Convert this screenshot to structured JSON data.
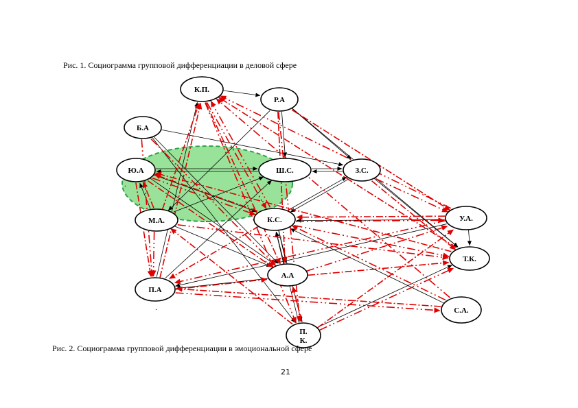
{
  "captions": {
    "fig1": "Рис. 1. Социограмма групповой дифференциации в деловой сфере",
    "fig2": "Рис. 2. Социограмма групповой дифференциации в эмоциональной сфере"
  },
  "page_number": "21",
  "colors": {
    "group_fill": "#99e299",
    "group_stroke": "#2fa04a",
    "black_arrow": "#000000",
    "red_arrow": "#e00000"
  },
  "nodes": [
    {
      "id": "kp",
      "label": "К.П."
    },
    {
      "id": "ra",
      "label": "Р.А"
    },
    {
      "id": "ba",
      "label": "Б.А"
    },
    {
      "id": "yua",
      "label": "Ю.А"
    },
    {
      "id": "shs",
      "label": "Ш.С."
    },
    {
      "id": "zs",
      "label": "З.С."
    },
    {
      "id": "ma",
      "label": "М.А."
    },
    {
      "id": "ks",
      "label": "К.С."
    },
    {
      "id": "ua",
      "label": "У.А."
    },
    {
      "id": "tk",
      "label": "Т.К."
    },
    {
      "id": "aa",
      "label": "А.А"
    },
    {
      "id": "pa",
      "label": "П.А"
    },
    {
      "id": "sa",
      "label": "С.А."
    },
    {
      "id": "pk",
      "label": "П.\nК."
    }
  ],
  "edges": {
    "black": [
      [
        "kp",
        "ra"
      ],
      [
        "ra",
        "shs"
      ],
      [
        "ra",
        "ma"
      ],
      [
        "ra",
        "zs"
      ],
      [
        "ba",
        "zs"
      ],
      [
        "ba",
        "aa"
      ],
      [
        "ba",
        "pk"
      ],
      [
        "yua",
        "shs"
      ],
      [
        "shs",
        "yua"
      ],
      [
        "yua",
        "ks"
      ],
      [
        "yua",
        "aa"
      ],
      [
        "ma",
        "shs"
      ],
      [
        "ma",
        "yua"
      ],
      [
        "ma",
        "aa"
      ],
      [
        "shs",
        "zs"
      ],
      [
        "zs",
        "shs"
      ],
      [
        "zs",
        "ks"
      ],
      [
        "ks",
        "zs"
      ],
      [
        "zs",
        "tk"
      ],
      [
        "pa",
        "kp"
      ],
      [
        "pa",
        "shs"
      ],
      [
        "ua",
        "ks"
      ],
      [
        "ua",
        "pa"
      ],
      [
        "sa",
        "ks"
      ],
      [
        "ks",
        "aa"
      ],
      [
        "aa",
        "ks"
      ],
      [
        "pk",
        "ks"
      ],
      [
        "ks",
        "pk"
      ],
      [
        "pk",
        "tk"
      ],
      [
        "ua",
        "tk"
      ],
      [
        "ra",
        "tk"
      ],
      [
        "aa",
        "pa"
      ]
    ],
    "red": [
      [
        "ba",
        "pa"
      ],
      [
        "yua",
        "pa"
      ],
      [
        "yua",
        "ks"
      ],
      [
        "ma",
        "kp"
      ],
      [
        "ma",
        "pa"
      ],
      [
        "pa",
        "kp"
      ],
      [
        "kp",
        "ks"
      ],
      [
        "kp",
        "aa"
      ],
      [
        "kp",
        "pk"
      ],
      [
        "ra",
        "aa"
      ],
      [
        "ra",
        "pk"
      ],
      [
        "ra",
        "ua"
      ],
      [
        "zs",
        "ua"
      ],
      [
        "zs",
        "tk"
      ],
      [
        "ks",
        "ua"
      ],
      [
        "ua",
        "ks"
      ],
      [
        "ks",
        "tk"
      ],
      [
        "ks",
        "pa"
      ],
      [
        "ma",
        "tk"
      ],
      [
        "aa",
        "tk"
      ],
      [
        "aa",
        "ua"
      ],
      [
        "pa",
        "aa"
      ],
      [
        "pa",
        "sa"
      ],
      [
        "sa",
        "pa"
      ],
      [
        "pk",
        "tk"
      ],
      [
        "pk",
        "ua"
      ],
      [
        "sa",
        "kp"
      ],
      [
        "tk",
        "kp"
      ],
      [
        "ua",
        "kp"
      ],
      [
        "ks",
        "yua"
      ],
      [
        "pk",
        "aa"
      ],
      [
        "ma",
        "yua"
      ],
      [
        "ba",
        "aa"
      ],
      [
        "yua",
        "aa"
      ],
      [
        "ua",
        "pa"
      ],
      [
        "tk",
        "yua"
      ],
      [
        "sa",
        "ks"
      ],
      [
        "pk",
        "ma"
      ],
      [
        "ks",
        "kp"
      ]
    ]
  }
}
